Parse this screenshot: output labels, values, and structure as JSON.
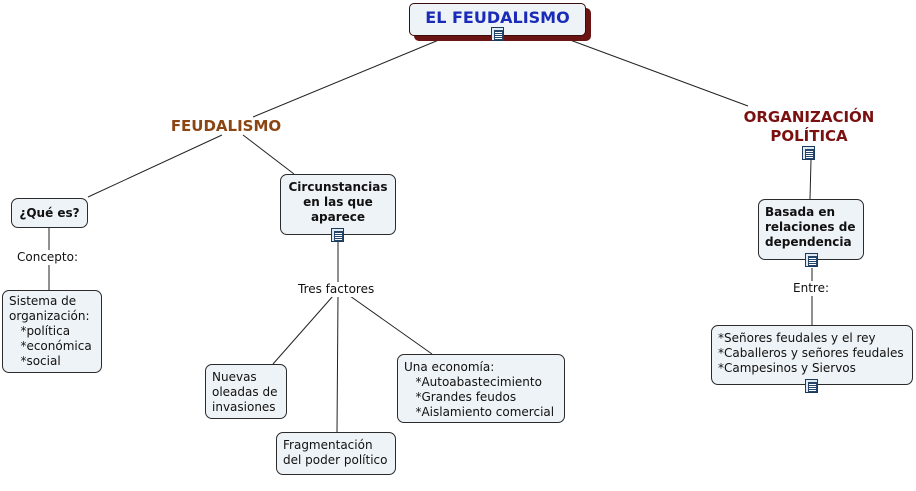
{
  "root": {
    "title": "EL FEUDALISMO"
  },
  "colors": {
    "root_text": "#1a2bb8",
    "feudalismo": "#8b4513",
    "organizacion": "#7a1010",
    "shadow": "#6b1414",
    "node_fill": "#eef3f7"
  },
  "left_branch": {
    "title": "FEUDALISMO",
    "que_es": {
      "title": "¿Qué es?",
      "link": "Concepto:",
      "detail": [
        "Sistema de",
        "organización:",
        "   *política",
        "   *económica",
        "   *social"
      ]
    },
    "circunstancias": {
      "title": [
        "Circunstancias",
        "en las que",
        "aparece"
      ],
      "link": "Tres factores",
      "factor_invasiones": [
        "Nuevas",
        "oleadas de",
        "invasiones"
      ],
      "factor_fragmentacion": [
        "Fragmentación",
        "del poder político"
      ],
      "factor_economia": [
        "Una economía:",
        "   *Autoabastecimiento",
        "   *Grandes feudos",
        "   *Aislamiento comercial"
      ]
    }
  },
  "right_branch": {
    "title": [
      "ORGANIZACIÓN",
      "POLÍTICA"
    ],
    "basada": [
      "Basada en",
      "relaciones de",
      "dependencia"
    ],
    "link": "Entre:",
    "relaciones": [
      "*Señores feudales y el rey",
      "*Caballeros y señores feudales",
      "*Campesinos y Siervos"
    ]
  },
  "icons": [
    "document-icon"
  ]
}
